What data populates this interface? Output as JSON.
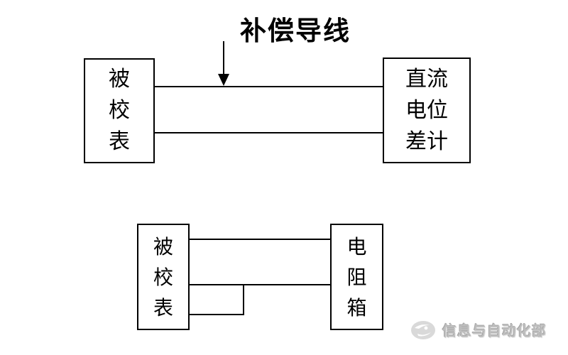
{
  "page": {
    "background_color": "#ffffff",
    "line_color": "#000000",
    "text_color": "#000000"
  },
  "diagram_top": {
    "annotation": {
      "title": "补偿导线",
      "pointer": "down-arrow"
    },
    "left_box": {
      "label": "被\n校\n表"
    },
    "right_box": {
      "label": "直流\n电位\n差计"
    },
    "wires": [
      "upper-wire",
      "lower-wire"
    ]
  },
  "diagram_bottom": {
    "left_box": {
      "label": "被\n校\n表"
    },
    "right_box": {
      "label": "电\n阻\n箱"
    },
    "wires": [
      "upper-wire",
      "middle-wire",
      "loop-wire"
    ]
  },
  "watermark": {
    "text": "信息与自动化部",
    "logo": "globe-swirl-logo",
    "color": "#bfbfbf"
  }
}
